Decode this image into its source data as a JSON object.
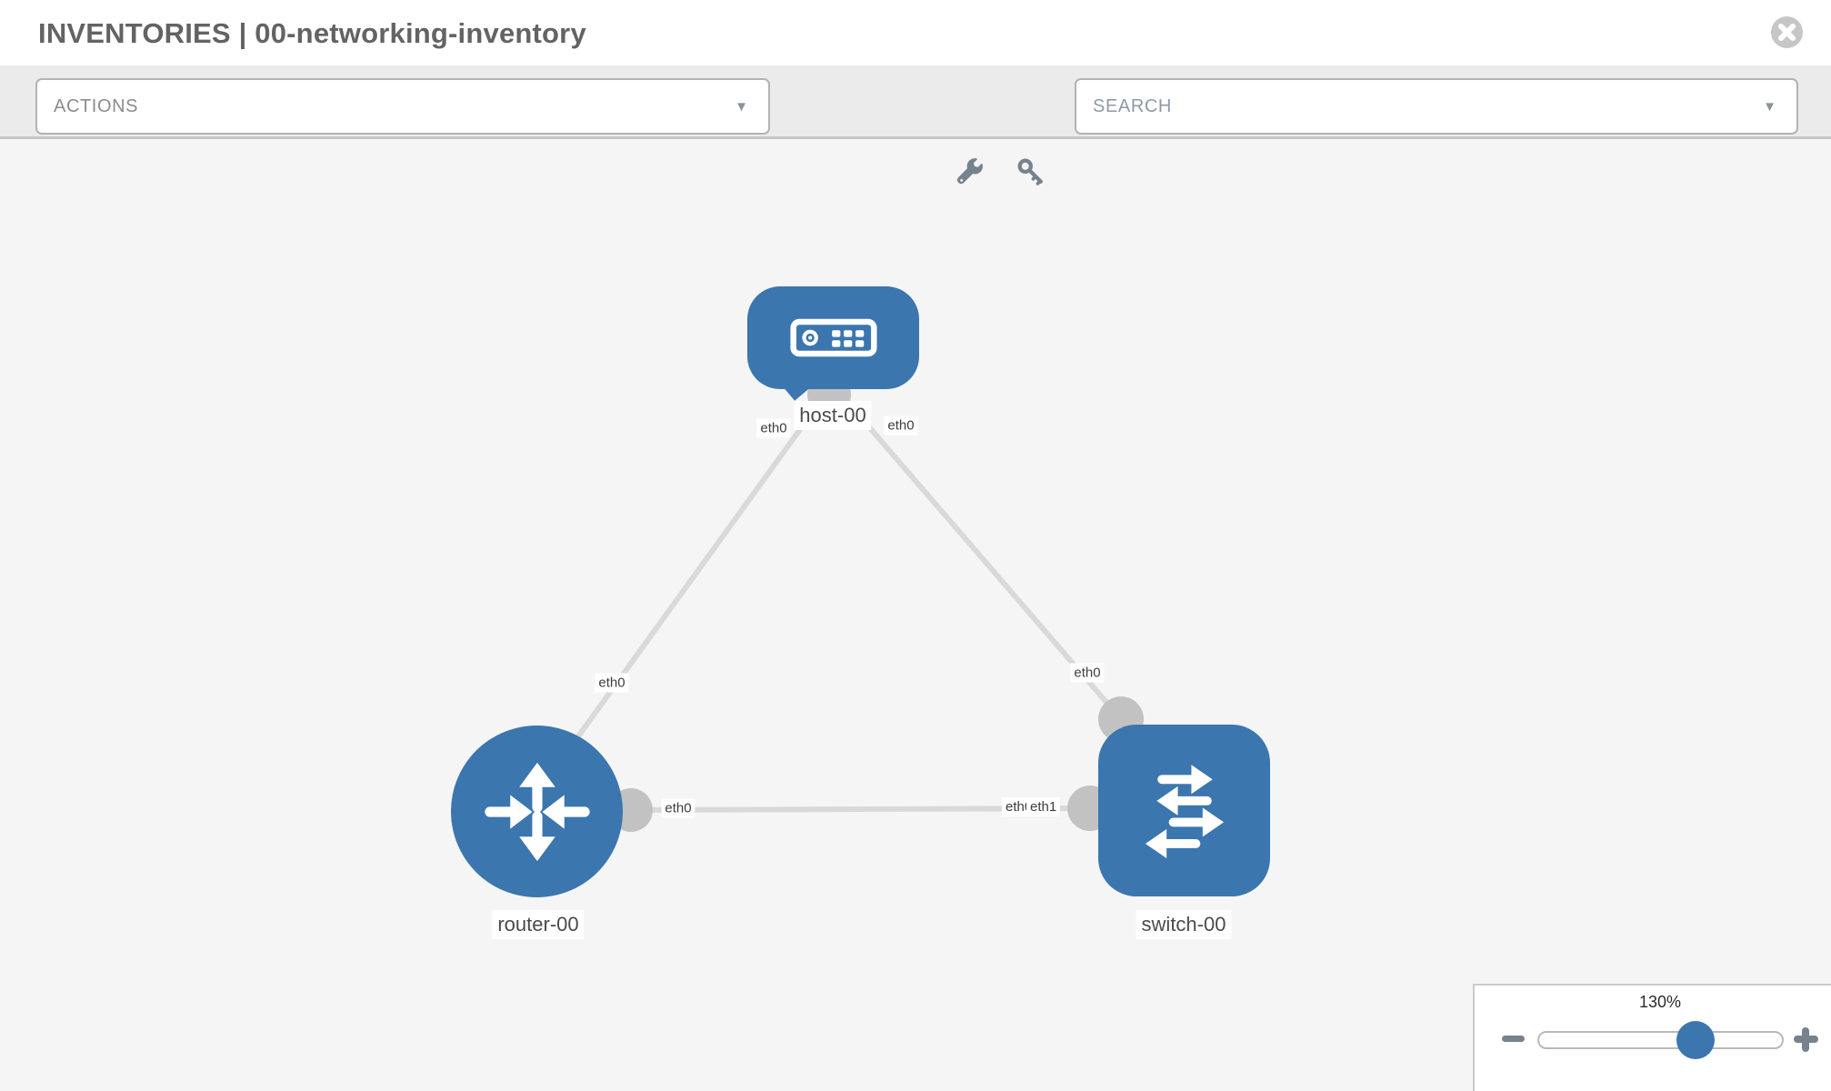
{
  "header": {
    "title": "INVENTORIES | 00-networking-inventory"
  },
  "toolbar": {
    "actions_label": "ACTIONS",
    "search_placeholder": "SEARCH",
    "icons": [
      "wrench-icon",
      "key-icon",
      "chevron-down-icon"
    ]
  },
  "topology": {
    "nodes": [
      {
        "id": "host-00",
        "type": "host",
        "label": "host-00"
      },
      {
        "id": "router-00",
        "type": "router",
        "label": "router-00"
      },
      {
        "id": "switch-00",
        "type": "switch",
        "label": "switch-00"
      }
    ],
    "links": [
      {
        "from": "host-00",
        "to": "router-00",
        "from_interface": "eth0",
        "to_interface": "eth0"
      },
      {
        "from": "host-00",
        "to": "switch-00",
        "from_interface": "eth0",
        "to_interface": "eth0"
      },
      {
        "from": "router-00",
        "to": "switch-00",
        "from_interface": "eth0",
        "to_interface": "eth1",
        "to_interface_occluded": "eth0"
      }
    ]
  },
  "zoom_control": {
    "value": "130%"
  },
  "colors": {
    "node_blue": "#3b76af",
    "link_gray": "#d9d9d9",
    "connector_gray": "#c2c2c2",
    "toolbar_bg": "#ebebeb",
    "canvas_bg": "#f5f5f5"
  }
}
